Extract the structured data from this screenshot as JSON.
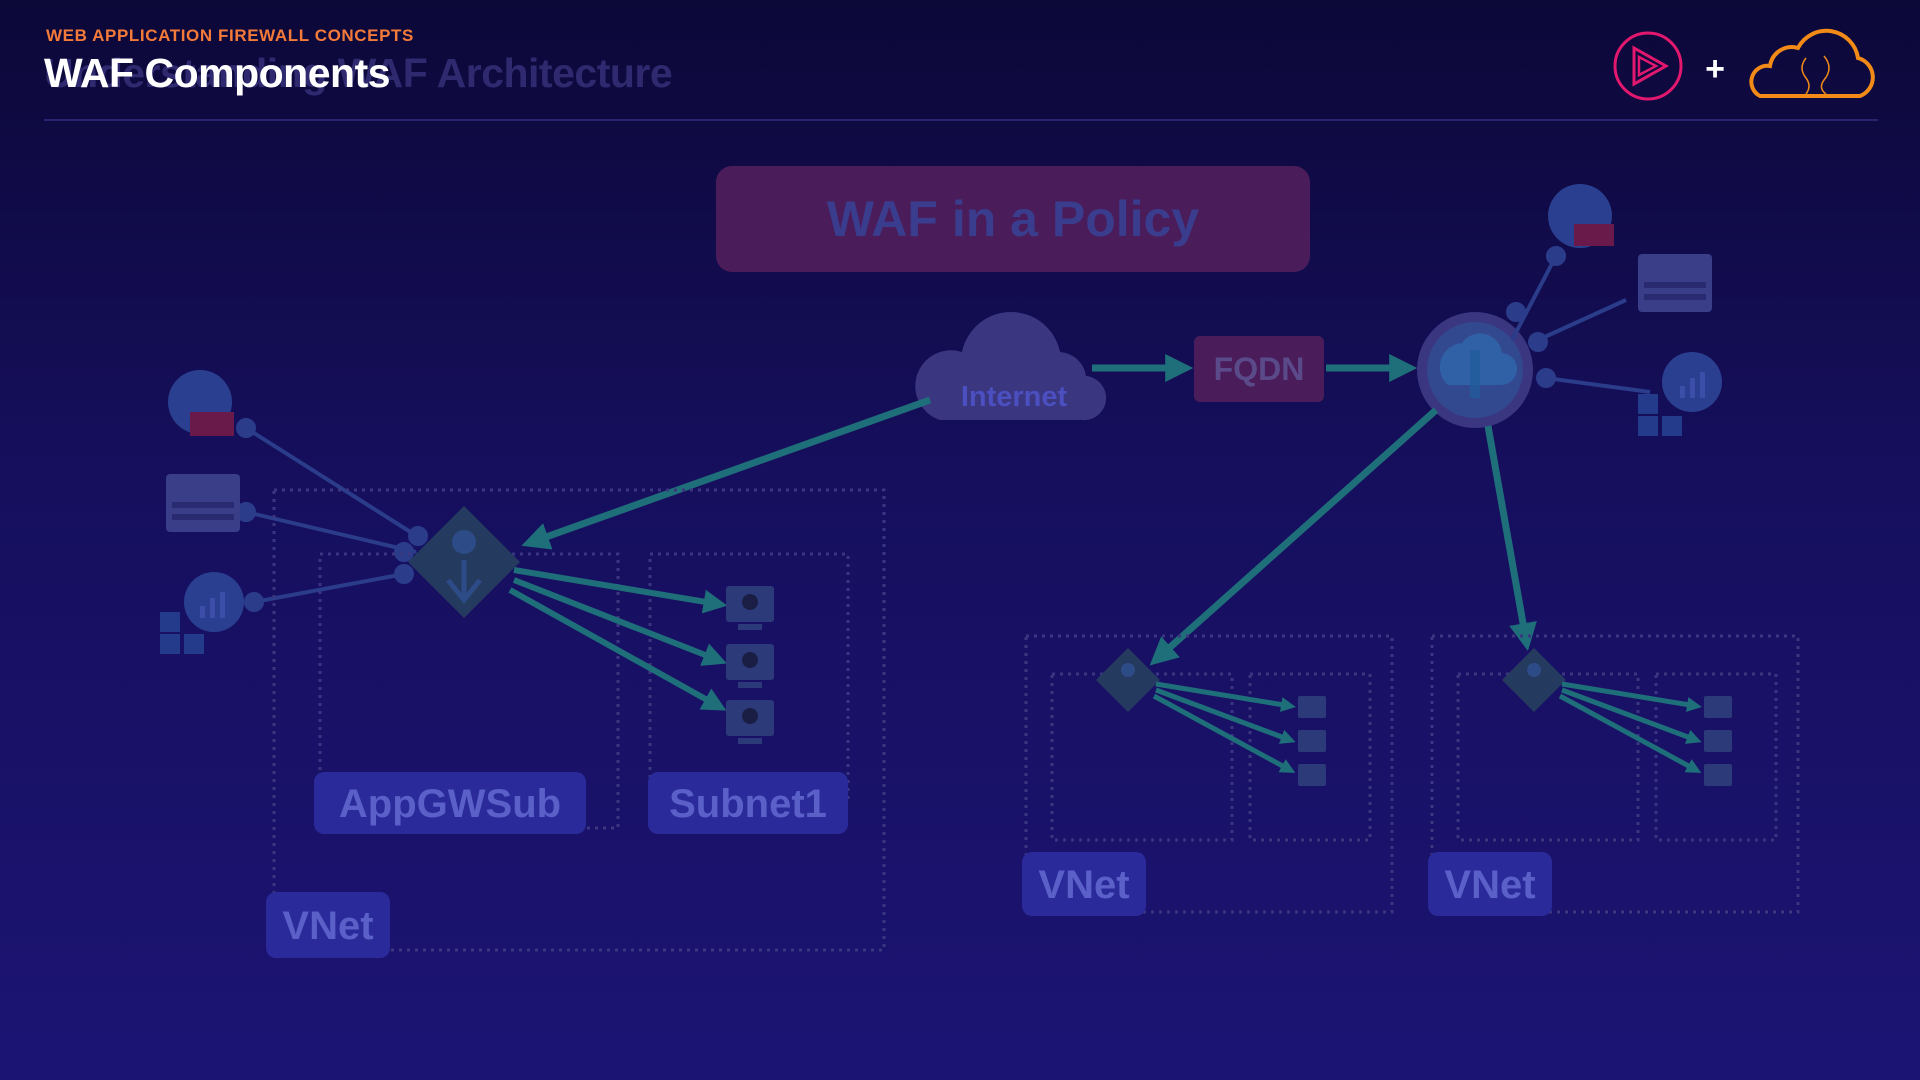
{
  "header": {
    "eyebrow": "WEB APPLICATION FIREWALL CONCEPTS",
    "title": "WAF Components",
    "ghost_title": "Understanding WAF Architecture",
    "plus": "+"
  },
  "diagram": {
    "policy_label": "WAF in a Policy",
    "internet_label": "Internet",
    "fqdn_label": "FQDN",
    "left": {
      "appgw_subnet_label": "AppGWSub",
      "backend_subnet_label": "Subnet1",
      "vnet_label": "VNet"
    },
    "middle": {
      "vnet_label": "VNet"
    },
    "right": {
      "vnet_label": "VNet"
    }
  },
  "colors": {
    "eyebrow": "#f47a3a",
    "title": "#ffffff",
    "policy_fill": "#5a1f5c",
    "fqdn_fill": "#5a1f5c",
    "label_fill": "#2e2fa8",
    "label_text": "#5a60c8",
    "arrow": "#1f6f7a",
    "pluralsight": "#e2186f",
    "cloud_logo": "#f28a18"
  },
  "icons": {
    "brand_play": "play-triangle-icon",
    "brand_cloud": "cloud-brain-icon",
    "gateway": "app-gateway-diamond-icon",
    "vm": "linux-vm-icon",
    "front_door": "front-door-icon"
  }
}
